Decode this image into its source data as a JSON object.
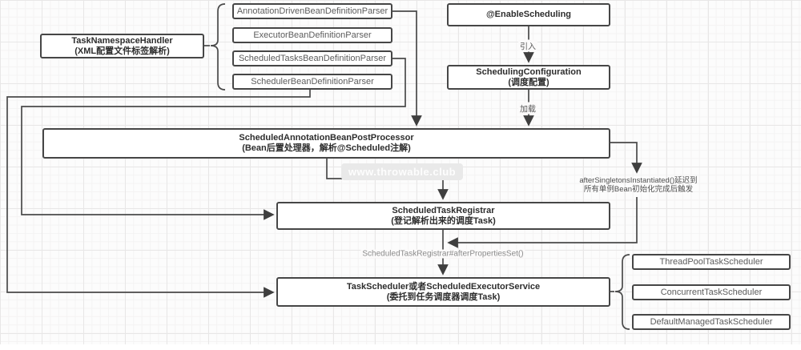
{
  "watermark": "www.throwable.club",
  "nodes": {
    "task_namespace_handler": {
      "title": "TaskNamespaceHandler",
      "subtitle": "(XML配置文件标签解析)"
    },
    "enable_scheduling": {
      "title": "@EnableScheduling"
    },
    "scheduling_configuration": {
      "title": "SchedulingConfiguration",
      "subtitle": "(调度配置)"
    },
    "scheduled_annotation_bean_post_processor": {
      "title": "ScheduledAnnotationBeanPostProcessor",
      "subtitle": "(Bean后置处理器，解析@Scheduled注解)"
    },
    "scheduled_task_registrar": {
      "title": "ScheduledTaskRegistrar",
      "subtitle": "(登记解析出来的调度Task)"
    },
    "task_scheduler": {
      "title": "TaskScheduler或者ScheduledExecutorService",
      "subtitle": "(委托到任务调度器调度Task)"
    }
  },
  "parser_group": [
    "AnnotationDrivenBeanDefinitionParser",
    "ExecutorBeanDefinitionParser",
    "ScheduledTasksBeanDefinitionParser",
    "SchedulerBeanDefinitionParser"
  ],
  "scheduler_group": [
    "ThreadPoolTaskScheduler",
    "ConcurrentTaskScheduler",
    "DefaultManagedTaskScheduler"
  ],
  "edge_labels": {
    "import": "引入",
    "load": "加载",
    "after_singletons_line1": "afterSingletonsInstantiated()延迟到",
    "after_singletons_line2": "所有单例Bean初始化完成后触发",
    "after_properties_set": "ScheduledTaskRegistrar#afterPropertiesSet()"
  },
  "colors": {
    "box_border": "#464646",
    "connector_line": "#4a4a4a",
    "title_text": "#2d2d2d",
    "plain_text": "#5c5c5c",
    "edge_label_text": "#595959",
    "grid_minor": "#f4f3f3",
    "grid_major": "#e8e7e7",
    "watermark_bg": "#e9e9e9",
    "watermark_text": "#fdfdfd"
  }
}
